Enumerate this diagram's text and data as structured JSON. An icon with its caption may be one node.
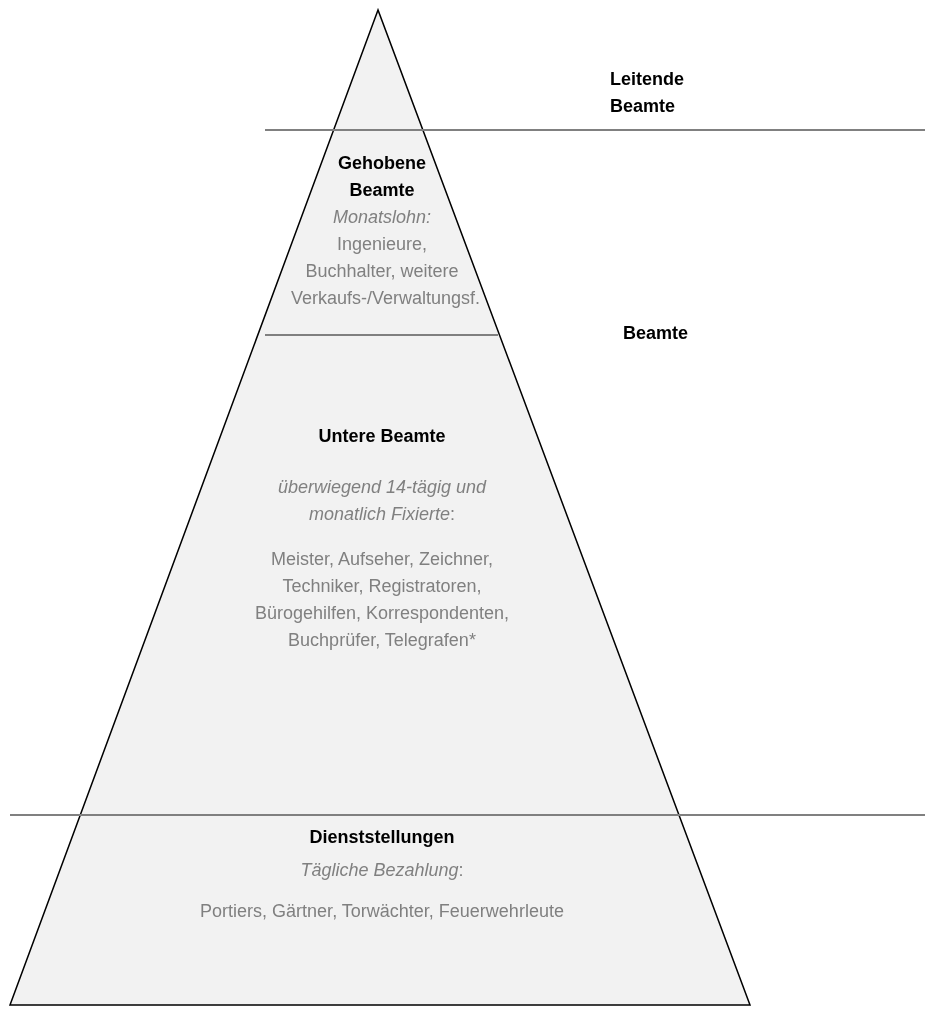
{
  "diagram": {
    "nodes": [
      {
        "text": [
          "Gehobene Beamte",
          "*Monatslohn:*",
          "Ingenieure, Buchhalter, weitere Verkaufs-/Verwaltungsf."
        ]
      },
      {
        "text": [
          "Untere Beamte",
          "*überwiegend 14-tägig und monatlich Fixierte*:",
          "Meister, Aufseher, Zeichner, Techniker, Registratoren, Bürogehilfen, Korrespondenten, Buchprüfer, Telegrafen*"
        ]
      },
      {
        "text": [
          "Dienststellungen",
          "*Tägliche Bezahlung*:",
          "Portiers, Gärtner, Torwächter, Feuerwehrleute"
        ]
      }
    ],
    "edges": [],
    "labels": [
      "Leitende Beamte",
      "Beamte"
    ]
  }
}
